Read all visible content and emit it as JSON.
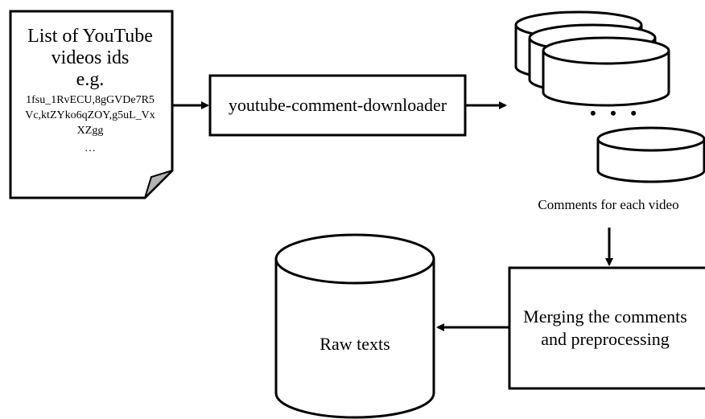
{
  "document": {
    "title_line1": "List of YouTube",
    "title_line2": "videos ids",
    "example_label": "e.g.",
    "ids_line1": "1fsu_1RvECU,8gGVDe7R5",
    "ids_line2": "Vc,ktZYko6qZOY,g5uL_Vx",
    "ids_line3": "XZgg",
    "ellipsis": "…"
  },
  "downloader": {
    "label": "youtube-comment-downloader"
  },
  "comments_store": {
    "ellipsis": "• • •",
    "caption": "Comments  for  each video"
  },
  "processing": {
    "line1": "Merging the comments",
    "line2": "and preprocessing"
  },
  "output": {
    "label": "Raw texts"
  },
  "colors": {
    "stroke": "#000000",
    "fill": "#ffffff",
    "fold": "#b3b3b3"
  }
}
